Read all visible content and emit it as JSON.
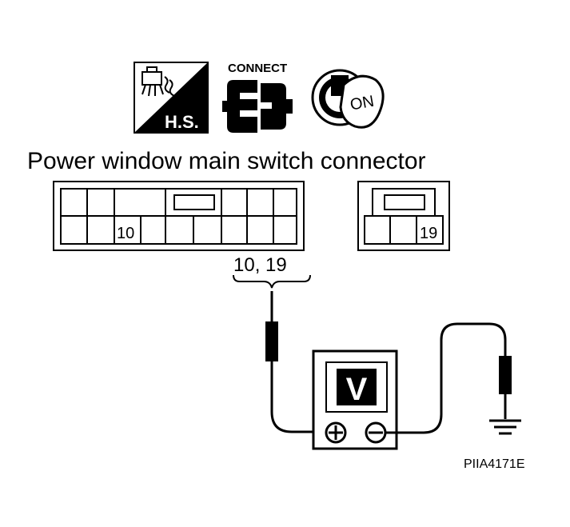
{
  "icons": {
    "harness_label": "H.S.",
    "connect_label": "CONNECT",
    "ignition_label": "ON"
  },
  "title": "Power window main switch connector",
  "connector_a": {
    "terminal_label": "10"
  },
  "connector_b": {
    "terminal_label": "19"
  },
  "probe_label": "10, 19",
  "meter": {
    "mode_label": "V"
  },
  "figure_code": "PIIA4171E",
  "colors": {
    "ink": "#000000",
    "background": "#ffffff"
  }
}
